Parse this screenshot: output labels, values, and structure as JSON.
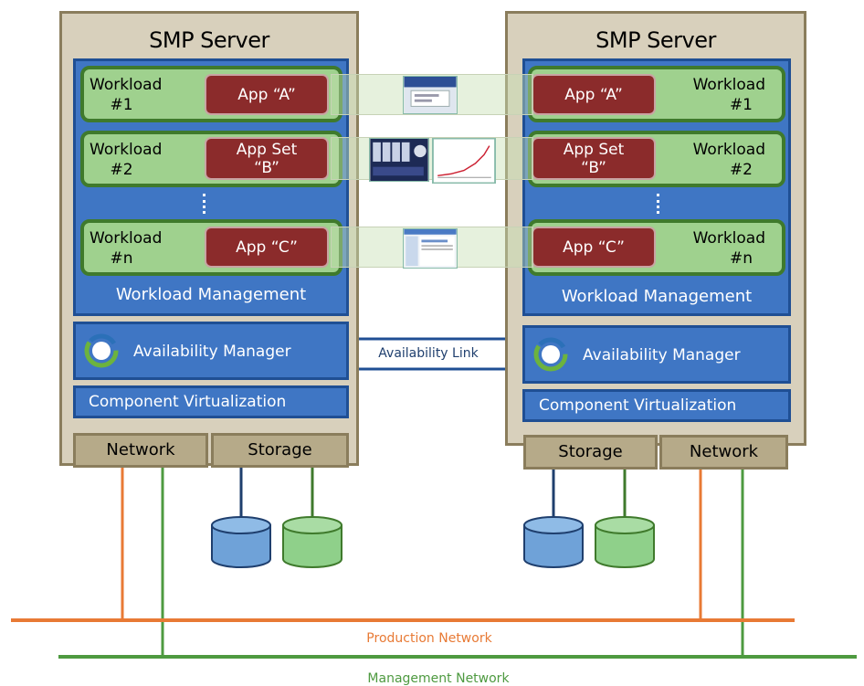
{
  "servers": {
    "left": {
      "title": "SMP Server",
      "workloads": [
        {
          "label1": "Workload",
          "label2": "#1",
          "app1": "App “A”",
          "app2": ""
        },
        {
          "label1": "Workload",
          "label2": "#2",
          "app1": "App Set",
          "app2": "“B”"
        },
        {
          "label1": "Workload",
          "label2": "#n",
          "app1": "App “C”",
          "app2": ""
        }
      ],
      "workload_management": "Workload Management",
      "availability_manager": "Availability Manager",
      "component_virtualization": "Component  Virtualization",
      "port_network": "Network",
      "port_storage": "Storage"
    },
    "right": {
      "title": "SMP Server",
      "workloads": [
        {
          "label1": "Workload",
          "label2": "#1",
          "app1": "App “A”",
          "app2": ""
        },
        {
          "label1": "Workload",
          "label2": "#2",
          "app1": "App Set",
          "app2": "“B”"
        },
        {
          "label1": "Workload",
          "label2": "#n",
          "app1": "App “C”",
          "app2": ""
        }
      ],
      "workload_management": "Workload Management",
      "availability_manager": "Availability Manager",
      "component_virtualization": "Component  Virtualization",
      "port_network": "Network",
      "port_storage": "Storage"
    }
  },
  "availability_link": "Availability Link",
  "production_network": "Production Network",
  "management_network": "Management Network",
  "colors": {
    "production": "#e87a35",
    "management": "#4e9a40",
    "storage_blue": "#6fa2d8",
    "storage_green": "#8fd08a"
  }
}
